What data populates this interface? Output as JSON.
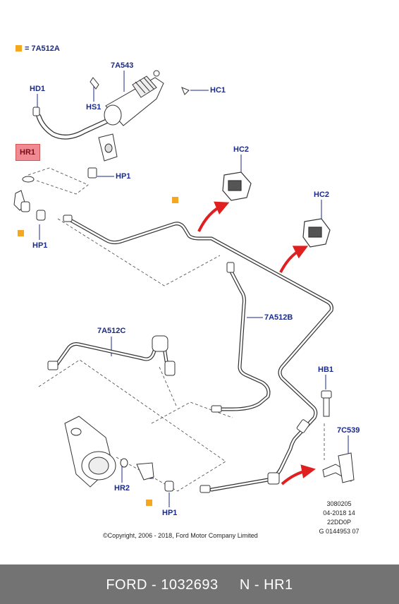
{
  "legend": {
    "text": "= 7A512A",
    "color": "#f5a623"
  },
  "labels": {
    "a7A543": "7A543",
    "hd1": "HD1",
    "hs1": "HS1",
    "hc1": "HC1",
    "hr1": "HR1",
    "hp1_top": "HP1",
    "hp1_left": "HP1",
    "hc2_top": "HC2",
    "hc2_right": "HC2",
    "a7A512B": "7A512B",
    "a7A512C": "7A512C",
    "hb1": "HB1",
    "a7C539": "7C539",
    "hr2": "HR2",
    "hp1_bottom": "HP1"
  },
  "meta": {
    "line1": "3080205",
    "line2": "04-2018 14",
    "line3": "22DD0P",
    "line4": "G 0144953 07"
  },
  "copyright": "©Copyright, 2006 - 2018, Ford Motor Company Limited",
  "footer": {
    "text": "FORD - 1032693     N - HR1"
  },
  "colors": {
    "label": "#1a2a8a",
    "highlight": "#f08a92",
    "arrow": "#e02020",
    "marker": "#f5a623",
    "footer_bg": "#737373"
  }
}
